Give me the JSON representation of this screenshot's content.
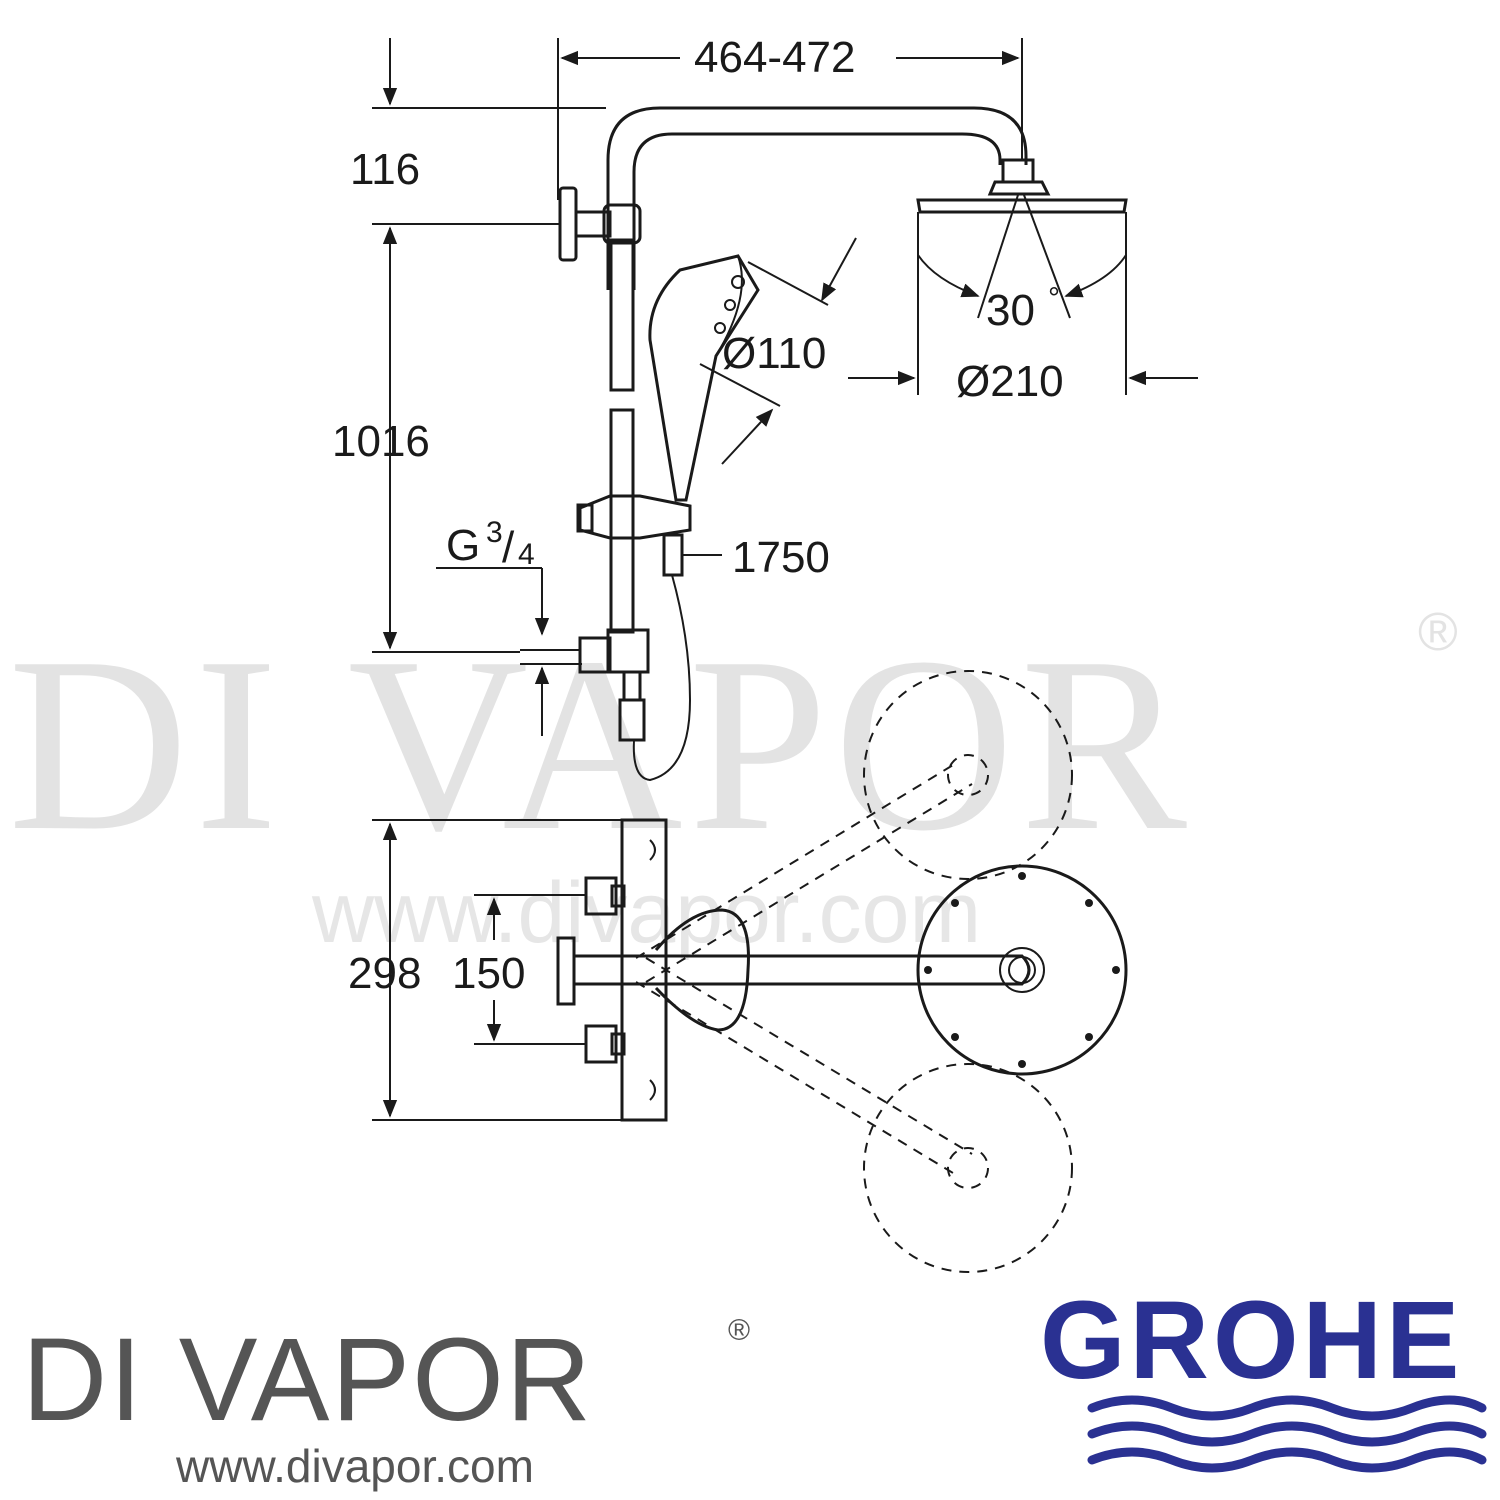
{
  "dimensions": {
    "width_span": "464-472",
    "arm_height": "116",
    "rail_height": "1016",
    "hand_diameter": "Ø110",
    "head_diameter": "Ø210",
    "spray_angle": "30",
    "spray_angle_unit": "°",
    "inlet_thread_main": "G",
    "inlet_thread_fraction_num": "3",
    "inlet_thread_fraction_den": "4",
    "hose_length": "1750",
    "body_height": "298",
    "inlet_spacing": "150"
  },
  "watermark": {
    "name": "DI VAPOR",
    "registered": "®",
    "url": "www.divapor.com",
    "color": "#e3e3e3"
  },
  "branding": {
    "dealer_name": "DI VAPOR",
    "dealer_registered": "®",
    "dealer_url": "www.divapor.com",
    "dealer_color": "#555555",
    "manufacturer": "GROHE",
    "manufacturer_color": "#2a3192"
  },
  "colors": {
    "line": "#1a1a1a"
  }
}
